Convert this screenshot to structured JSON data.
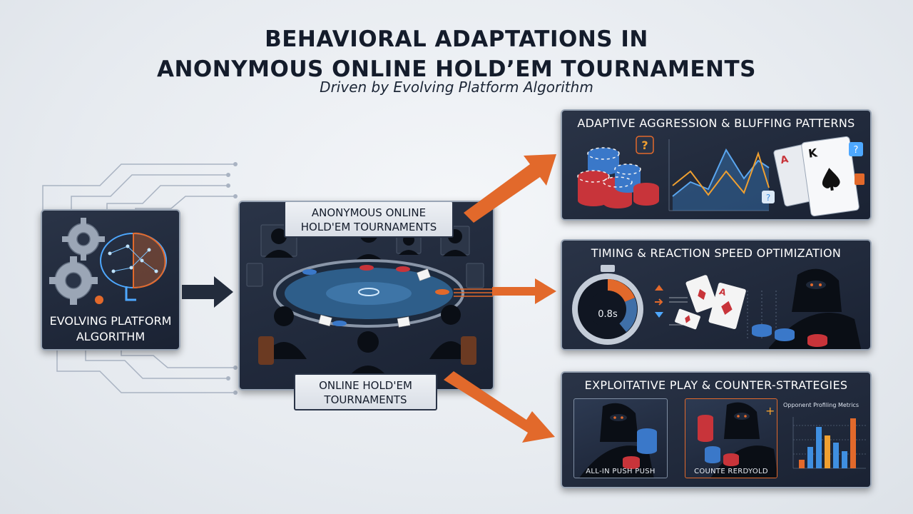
{
  "header": {
    "title_line1": "BEHAVIORAL ADAPTATIONS IN",
    "title_line2": "ANONYMOUS ONLINE HOLD’EM TOURNAMENTS",
    "subtitle": "Driven by Evolving Platform Algorithm"
  },
  "algorithm": {
    "label_line1": "EVOLVING PLATFORM",
    "label_line2": "ALGORITHM",
    "icons": [
      "gear-icon",
      "brain-icon"
    ]
  },
  "tournament": {
    "top_label_line1": "ANONYMOUS ONLINE",
    "top_label_line2": "HOLD'EM TOURNAMENTS",
    "bottom_label_line1": "ONLINE HOLD'EM",
    "bottom_label_line2": "TOURNAMENTS"
  },
  "outcomes": [
    {
      "title": "ADAPTIVE AGGRESSION & BLUFFING PATTERNS"
    },
    {
      "title": "TIMING & REACTION SPEED OPTIMIZATION",
      "timer_value": "0.8s"
    },
    {
      "title": "EXPLOITATIVE PLAY & COUNTER-STRATEGIES",
      "left_caption": "ALL-IN PUSH PUSH",
      "mid_caption": "COUNTE RERDYOLD",
      "metrics_title": "Opponent Profiling Metrics"
    }
  ],
  "card_a": "A",
  "card_k": "K",
  "colors": {
    "accent_orange": "#e2692b",
    "panel_dark": "#1e2738",
    "arrow_dark": "#232c3c",
    "chart_blue": "#3f8fe0",
    "chart_orange": "#f0a030"
  }
}
